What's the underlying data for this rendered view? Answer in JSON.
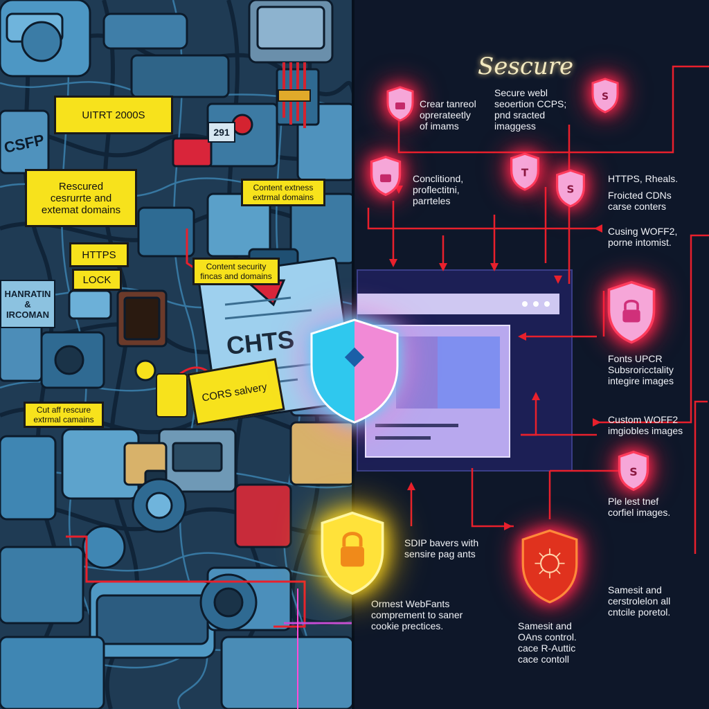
{
  "left_panel": {
    "notes": {
      "utrt": "UITRT 2000S",
      "resources": [
        "Rescured",
        "cesrurrte and",
        "extemat domains"
      ],
      "content_external": [
        "Content extness",
        "extrmal domains"
      ],
      "https": "HTTPS",
      "lock": "LOCK",
      "csp_box": [
        "Content security",
        "fincas and domains"
      ],
      "cors": "CORS salvery",
      "cut_all": [
        "Cut aff rescure",
        "extrmal camains"
      ]
    },
    "tags": {
      "csfp": "CSFP",
      "hanratin": [
        "HANRATIN",
        "&",
        "IRCOMAN"
      ],
      "chts": "CHTS",
      "num_291": "291"
    }
  },
  "right_panel": {
    "title": "Sescure",
    "labels": {
      "clear_tamed": "Crear tanreol\noprerateetly\nof imams",
      "secure_web": "Secure webl\nseoertion CCPS;\npnd sracted\nimaggess",
      "conditioned": "Conclitiond,\nproflectitni,\nparrteles",
      "https_shells": "HTTPS, Rheals.",
      "protected_cdns": "Froicted CDNs\ncarse conters",
      "cusing_woff2": "Cusing WOFF2,\nporne intomist.",
      "fonts_upcr": "Fonts UPCR\nSubsroricctality\nintegire images",
      "custom_woff2": "Custom WOFF2\nimgiobles images",
      "ple_lest": "Ple lest tnef\ncorfiel images.",
      "sdip_bavers": "SDIP bavers with\nsensire pag ants",
      "ormest_webfants": "Ormest WebFants\ncomprement to saner\ncookie prectices.",
      "samest_cao": "Samesit and\nOAns control.\ncace R-Auttic\ncace contoll",
      "samesit_cestrole": "Samesit and\ncerstrolelon all\ncntcile poretol."
    },
    "shield_glyphs": {
      "lock": "lock-glyph",
      "s": "S",
      "t": "T"
    }
  },
  "colors": {
    "left_bg": "#1f3b54",
    "right_bg": "#0e1729",
    "note_yellow": "#f7e21c",
    "shield_pink": "#f6a6d8",
    "glow_red": "#ff2b55",
    "wire_red": "#e8202c",
    "browser_purple": "#b8a8ee"
  }
}
